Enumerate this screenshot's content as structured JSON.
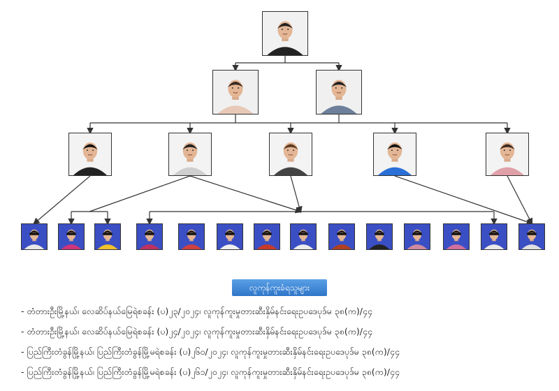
{
  "legend": {
    "title": "လူကုန်ကူးခံရသူများ"
  },
  "case_lines": [
    "- တံတားဦးမြို့နယ်၊ လေဆိပ်နယ်မြေရဲစခန်း (ပ)၂၃/၂၀၂၄၊ လူကုန်ကူးမှုတားဆီးနှိမ်နင်းရေးဥပဒေပုဒ်မ ၃၈(က)/၄၄",
    "- တံတားဦးမြို့နယ်၊ လေဆိပ်နယ်မြေရဲစခန်း (ပ)၂၄/၂၀၂၄၊ လူကုန်ကူးမှုတားဆီးနှိမ်နင်းရေးဥပဒေပုဒ်မ ၃၈(က)/၄၄",
    "- ပြည်ကြီးတံခွန်မြို့နယ်၊ ပြည်ကြီးတံခွန်မြို့မရဲစခန်း (ပ)၂၆၀/၂၀၂၄၊ လူကုန်ကူးမှုတားဆီးနှိမ်နင်းရေးဥပဒေပုဒ်မ ၃၈(က)/၄၄",
    "- ပြည်ကြီးတံခွန်မြို့နယ်၊ ပြည်ကြီးတံခွန်မြို့မရဲစခန်း (ပ)၂၆၁/၂၀၂၄၊ လူကုန်ကူးမှုတားဆီးနှိမ်နင်းရေးဥပဒေပုဒ်မ ၃၈(က)/၄၄"
  ],
  "colors": {
    "victim_bg": "#3b4fc4",
    "line": "#333333",
    "legend_bg": "#3f86d6"
  },
  "tree": {
    "boss": {
      "shirt": "#222222",
      "hair": "#222222"
    },
    "managers": [
      {
        "shirt": "#e8c9b8",
        "hair": "#3a2a20"
      },
      {
        "shirt": "#6d7f9a",
        "hair": "#222222"
      }
    ],
    "recruiters": [
      {
        "shirt": "#222222",
        "hair": "#111111"
      },
      {
        "shirt": "#cfcfcf",
        "hair": "#222222"
      },
      {
        "shirt": "#444444",
        "hair": "#5a3a20"
      },
      {
        "shirt": "#2a6fd6",
        "hair": "#111111"
      },
      {
        "shirt": "#e0a0a8",
        "hair": "#3a2a20"
      }
    ],
    "victims": [
      {
        "shirt": "#e8e8e8"
      },
      {
        "shirt": "#d0347a"
      },
      {
        "shirt": "#f2c22e"
      },
      {
        "shirt": "#c03060"
      },
      {
        "shirt": "#d04040"
      },
      {
        "shirt": "#f0f0f0"
      },
      {
        "shirt": "#c83a2a"
      },
      {
        "shirt": "#ececec"
      },
      {
        "shirt": "#b04020"
      },
      {
        "shirt": "#222222"
      },
      {
        "shirt": "#d08aa0"
      },
      {
        "shirt": "#d070a0"
      },
      {
        "shirt": "#eaeaea"
      },
      {
        "shirt": "#e0e0e0"
      }
    ]
  }
}
